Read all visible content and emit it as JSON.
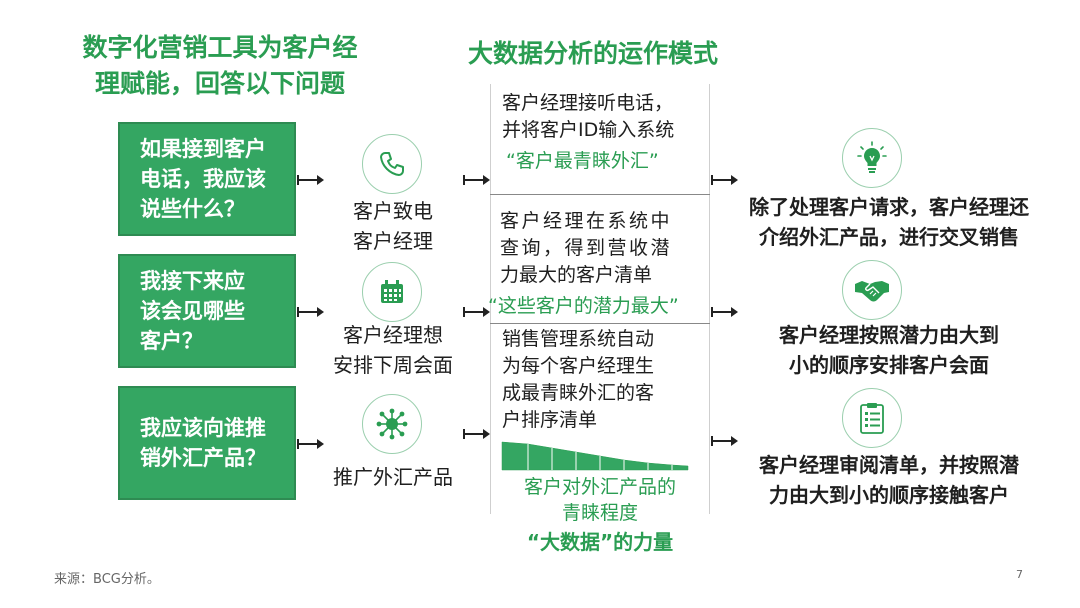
{
  "titles": {
    "left_line1": "数字化营销工具为客户经",
    "left_line2": "理赋能，回答以下问题",
    "middle": "大数据分析的运作模式"
  },
  "questions": [
    {
      "lines": [
        "如果接到客户",
        "电话，我应该",
        "说些什么？"
      ]
    },
    {
      "lines": [
        "我接下来应",
        "该会见哪些",
        "客户？"
      ]
    },
    {
      "lines": [
        "我应该向谁推",
        "销外汇产品？"
      ]
    }
  ],
  "steps": [
    {
      "icon": "phone-icon",
      "lines": [
        "客户致电",
        "客户经理"
      ]
    },
    {
      "icon": "calendar-icon",
      "lines": [
        "客户经理想",
        "安排下周会面"
      ]
    },
    {
      "icon": "network-icon",
      "lines": [
        "推广外汇产品"
      ]
    }
  ],
  "panel": {
    "sections": [
      {
        "lines": [
          "客户经理接听电话，",
          "并将客户ID输入系统"
        ],
        "quote": "“客户最青睐外汇”"
      },
      {
        "lines": [
          "客户经理在系统中",
          "查询，得到营收潜",
          "力最大的客户清单"
        ],
        "quote": "“这些客户的潜力最大”"
      },
      {
        "lines": [
          "销售管理系统自动",
          "为每个客户经理生",
          "成最青睐外汇的客",
          "户排序清单"
        ]
      }
    ],
    "mini_chart_caption": [
      "客户对外汇产品的",
      "青睐程度"
    ],
    "bottom_label": "“大数据”的力量"
  },
  "outcomes": [
    {
      "icon": "lightbulb-icon",
      "lines": [
        "除了处理客户请求，客户经理还",
        "介绍外汇产品，进行交叉销售"
      ]
    },
    {
      "icon": "handshake-icon",
      "lines": [
        "客户经理按照潜力由大到",
        "小的顺序安排客户会面"
      ]
    },
    {
      "icon": "checklist-icon",
      "lines": [
        "客户经理审阅清单，并按照潜",
        "力由大到小的顺序接触客户"
      ]
    }
  ],
  "footer": {
    "source": "来源：BCG分析。",
    "page": "7"
  },
  "colors": {
    "accent": "#2a9d52",
    "box": "#34a662"
  }
}
